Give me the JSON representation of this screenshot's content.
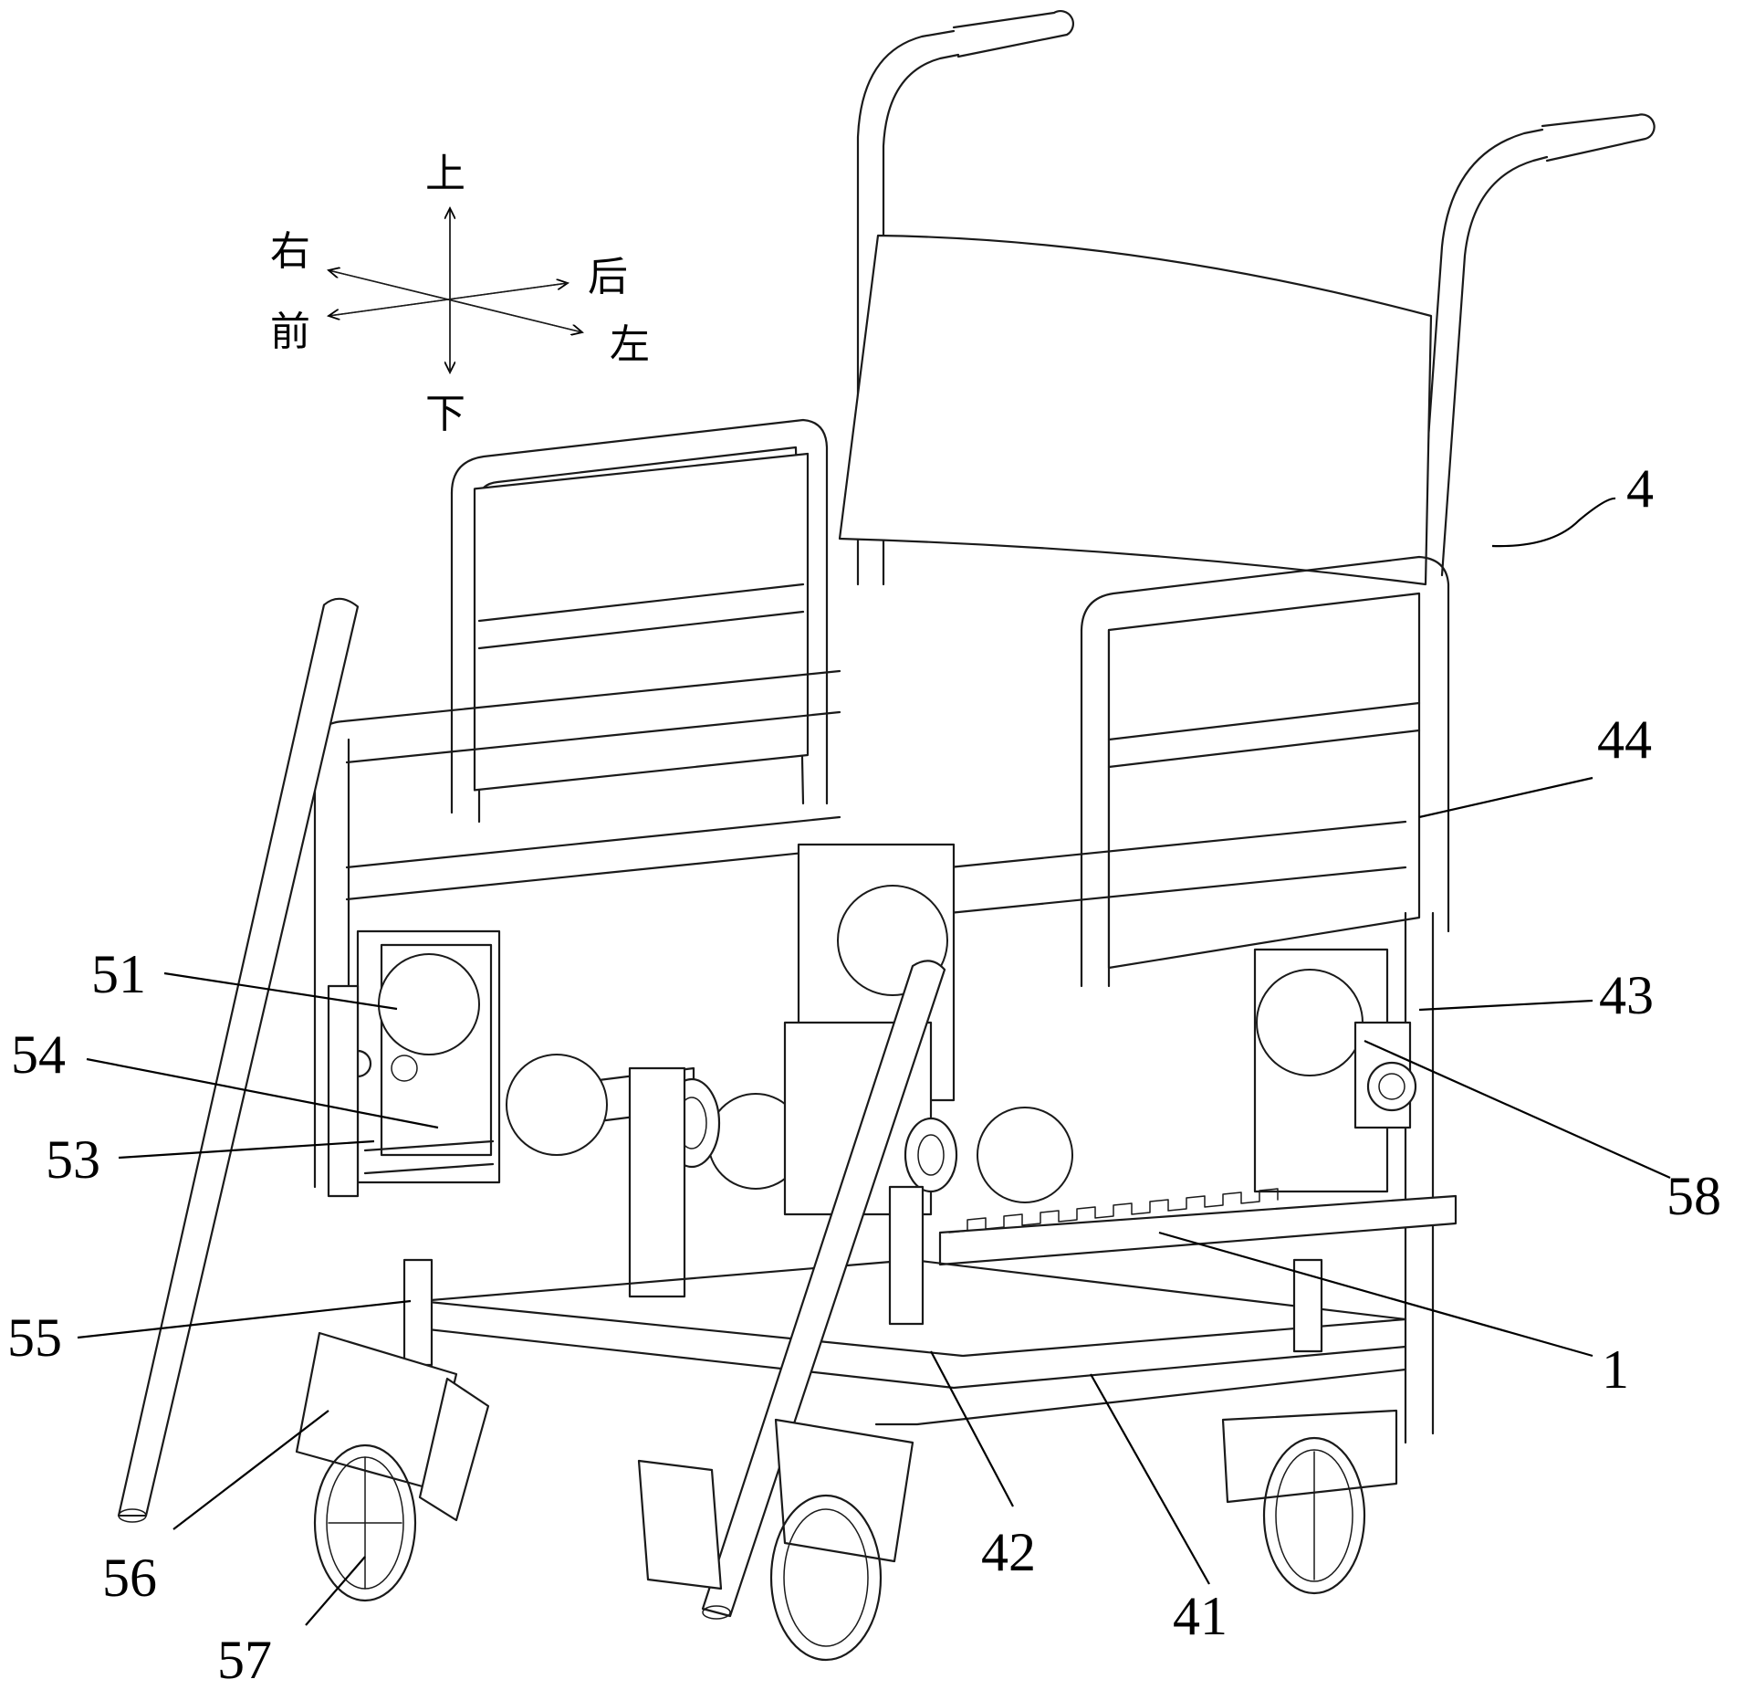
{
  "directions": {
    "up": "上",
    "down": "下",
    "right": "右",
    "front": "前",
    "back": "后",
    "left": "左"
  },
  "callouts": [
    {
      "id": "4",
      "text": "4"
    },
    {
      "id": "44",
      "text": "44"
    },
    {
      "id": "43",
      "text": "43"
    },
    {
      "id": "58",
      "text": "58"
    },
    {
      "id": "1",
      "text": "1"
    },
    {
      "id": "41",
      "text": "41"
    },
    {
      "id": "42",
      "text": "42"
    },
    {
      "id": "51",
      "text": "51"
    },
    {
      "id": "54",
      "text": "54"
    },
    {
      "id": "53",
      "text": "53"
    },
    {
      "id": "55",
      "text": "55"
    },
    {
      "id": "56",
      "text": "56"
    },
    {
      "id": "57",
      "text": "57"
    }
  ]
}
